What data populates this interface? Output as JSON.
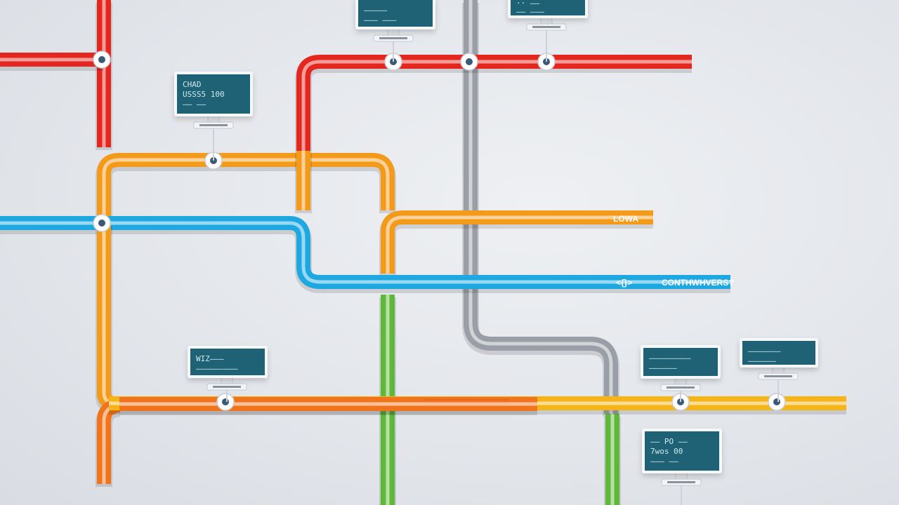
{
  "colors": {
    "background": "#e4e7ec",
    "red": "#e3261e",
    "orange": "#f39a1b",
    "deep_orange": "#f0741c",
    "blue": "#1da8e2",
    "gray": "#9a9ea6",
    "green": "#5fb83a",
    "yellow": "#f5b417",
    "screen": "#1f6275",
    "screen_frame": "#f5f7f9",
    "node_ring": "#ffffff",
    "node_core": "#3a5a78"
  },
  "labels": {
    "orange_pipe": "LOWA",
    "blue_pipe_code": "<{}>",
    "blue_pipe_text": "CONTHWHVERS?",
    "yellow_pipe_text": "——————————"
  },
  "monitors": [
    {
      "id": "m1",
      "lines": [
        "—————",
        "——— ———"
      ]
    },
    {
      "id": "m2",
      "lines": [
        "·· ——",
        "—— ———"
      ]
    },
    {
      "id": "m3",
      "lines": [
        "CHAD",
        "USSS5  100",
        "—— ——"
      ]
    },
    {
      "id": "m4",
      "lines": [
        "WIZ———",
        "—————————"
      ]
    },
    {
      "id": "m5",
      "lines": [
        "—————————",
        "——————"
      ]
    },
    {
      "id": "m6",
      "lines": [
        "———————",
        "——————"
      ]
    },
    {
      "id": "m7",
      "lines": [
        "—— PO ——",
        "7wos  00",
        "——— ——"
      ]
    }
  ]
}
